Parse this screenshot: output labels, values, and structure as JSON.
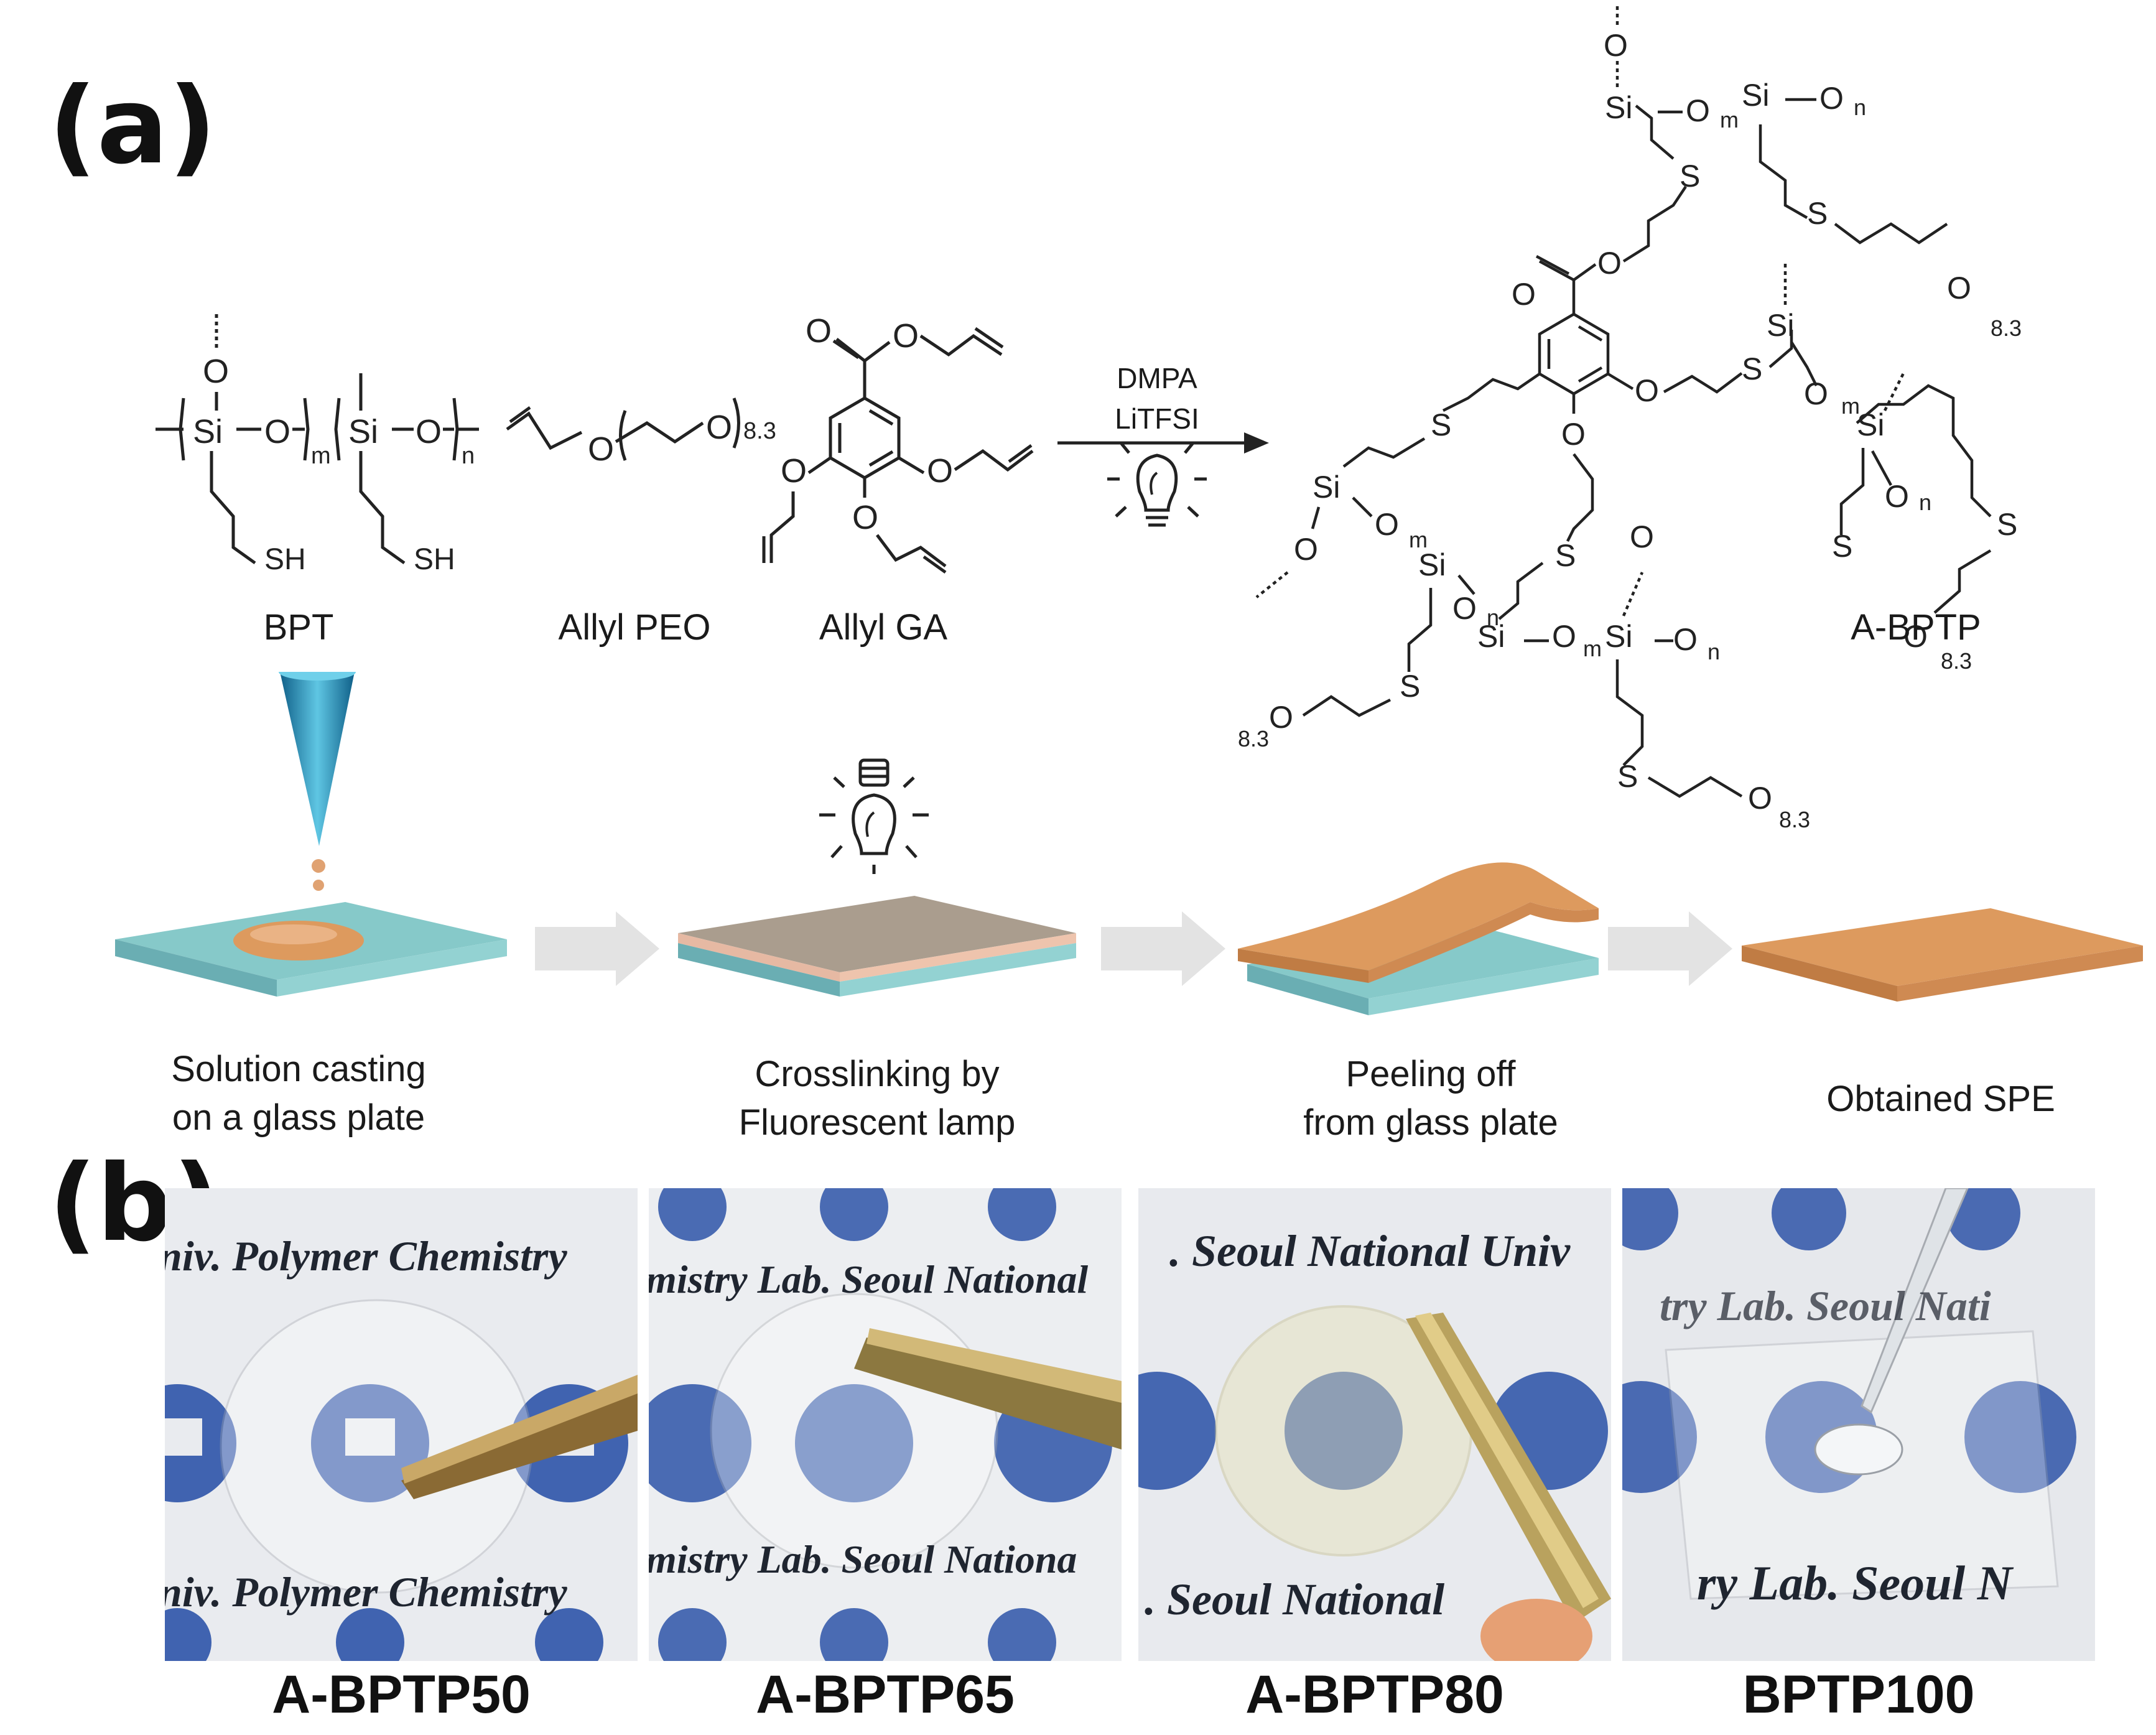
{
  "panels": {
    "a_label": "(a)",
    "b_label": "(b)"
  },
  "reaction": {
    "reactants": {
      "bpt": "BPT",
      "allyl_peo": "Allyl PEO",
      "allyl_ga": "Allyl GA"
    },
    "product": "A-BPTP",
    "reagent_line1": "DMPA",
    "reagent_line2": "LiTFSI",
    "structure_text": {
      "si": "Si",
      "o": "O",
      "s": "S",
      "sh": "SH",
      "m": "m",
      "n": "n",
      "peo_repeat": "8.3"
    }
  },
  "process": {
    "steps": [
      {
        "line1": "Solution casting",
        "line2": "on a glass plate"
      },
      {
        "line1": "Crosslinking by",
        "line2": "Fluorescent lamp"
      },
      {
        "line1": "Peeling off",
        "line2": "from glass plate"
      },
      {
        "line1": "Obtained SPE",
        "line2": ""
      }
    ]
  },
  "photos": [
    {
      "caption": "A-BPTP50",
      "top_text": "niv. Polymer Chemistry",
      "bottom_text": "niv. Polymer Chemistry"
    },
    {
      "caption": "A-BPTP65",
      "top_text": "mistry Lab. Seoul National",
      "bottom_text": "mistry Lab. Seoul Nationa"
    },
    {
      "caption": "A-BPTP80",
      "top_text": ". Seoul National Univ",
      "bottom_text": ". Seoul National"
    },
    {
      "caption": "BPTP100",
      "top_text": "try Lab. Seoul Nati",
      "bottom_text": "ry Lab. Seoul N"
    }
  ],
  "colors": {
    "glass_plate": "#86c9c9",
    "electrolyte": "#dd9a5e",
    "arrow_gray": "#e3e3e3",
    "logo_blue": "#2e54a8"
  },
  "icons": [
    "lamp-icon",
    "pipette-cone-icon"
  ]
}
